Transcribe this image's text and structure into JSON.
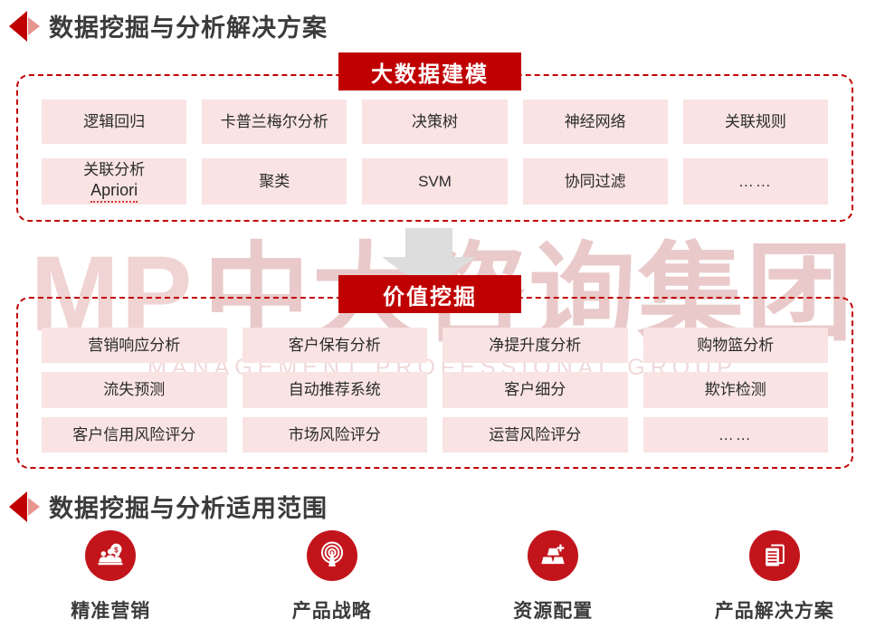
{
  "watermark": {
    "logo": "MP",
    "company_cn": "中大咨询集团",
    "company_en": "MANAGEMENT PROFESSIONAL GROUP"
  },
  "colors": {
    "brand_red": "#C00000",
    "icon_red": "#C2151B",
    "cell_pink": "#F9E3E3",
    "title_gray": "#3b3b3b",
    "arrow_gray": "#DDDDDD"
  },
  "section1": {
    "heading": "数据挖掘与分析解决方案",
    "badge": "大数据建模",
    "cells": [
      {
        "text": "逻辑回归"
      },
      {
        "text": "卡普兰梅尔分析"
      },
      {
        "text": "决策树"
      },
      {
        "text": "神经网络"
      },
      {
        "text": "关联规则"
      },
      {
        "text": "关联分析",
        "sub": "Apriori"
      },
      {
        "text": "聚类"
      },
      {
        "text": "SVM"
      },
      {
        "text": "协同过滤"
      },
      {
        "text": "……"
      }
    ]
  },
  "section2": {
    "badge": "价值挖掘",
    "cells": [
      {
        "text": "营销响应分析"
      },
      {
        "text": "客户保有分析"
      },
      {
        "text": "净提升度分析"
      },
      {
        "text": "购物篮分析"
      },
      {
        "text": "流失预测"
      },
      {
        "text": "自动推荐系统"
      },
      {
        "text": "客户细分"
      },
      {
        "text": "欺诈检测"
      },
      {
        "text": "客户信用风险评分"
      },
      {
        "text": "市场风险评分"
      },
      {
        "text": "运营风险评分"
      },
      {
        "text": "……"
      }
    ]
  },
  "section3": {
    "heading": "数据挖掘与分析适用范围",
    "items": [
      {
        "label": "精准营销",
        "icon": "people-money-icon"
      },
      {
        "label": "产品战略",
        "icon": "broadcast-tower-icon"
      },
      {
        "label": "资源配置",
        "icon": "gold-bars-plus-icon"
      },
      {
        "label": "产品解决方案",
        "icon": "documents-stack-icon"
      }
    ]
  }
}
